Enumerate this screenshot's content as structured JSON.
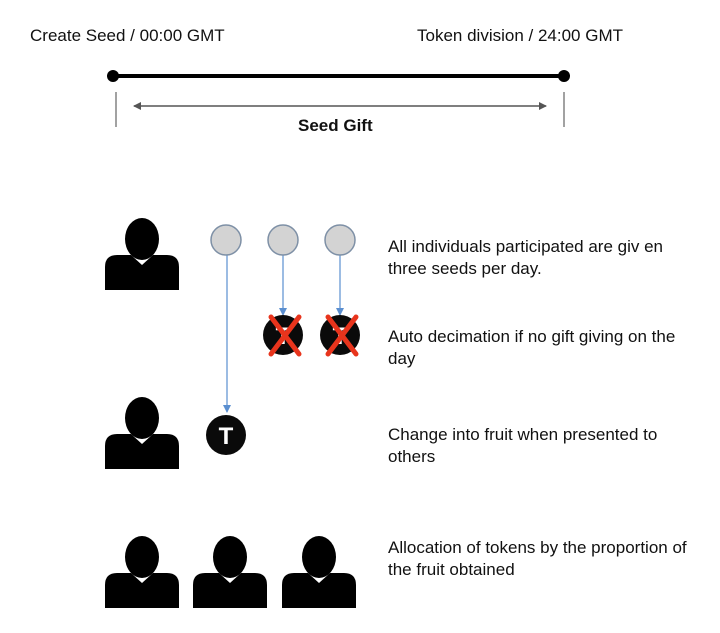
{
  "timeline": {
    "start_label": "Create Seed / 00:00 GMT",
    "end_label": "Token division / 24:00 GMT",
    "span_label": "Seed Gift"
  },
  "rows": [
    {
      "text": "All individuals participated are giv en three seeds per day."
    },
    {
      "text": "Auto decimation if no gift giving on the day"
    },
    {
      "text": "Change into fruit when presented to others"
    },
    {
      "text": "Allocation of tokens by the proportion of the fruit obtained"
    }
  ],
  "token_letter": "T",
  "colors": {
    "seed_fill": "#d3d3d3",
    "seed_stroke": "#7e90a6",
    "arrow": "#5b8fd0",
    "cross": "#e8341c",
    "token": "#0a0a0a"
  }
}
